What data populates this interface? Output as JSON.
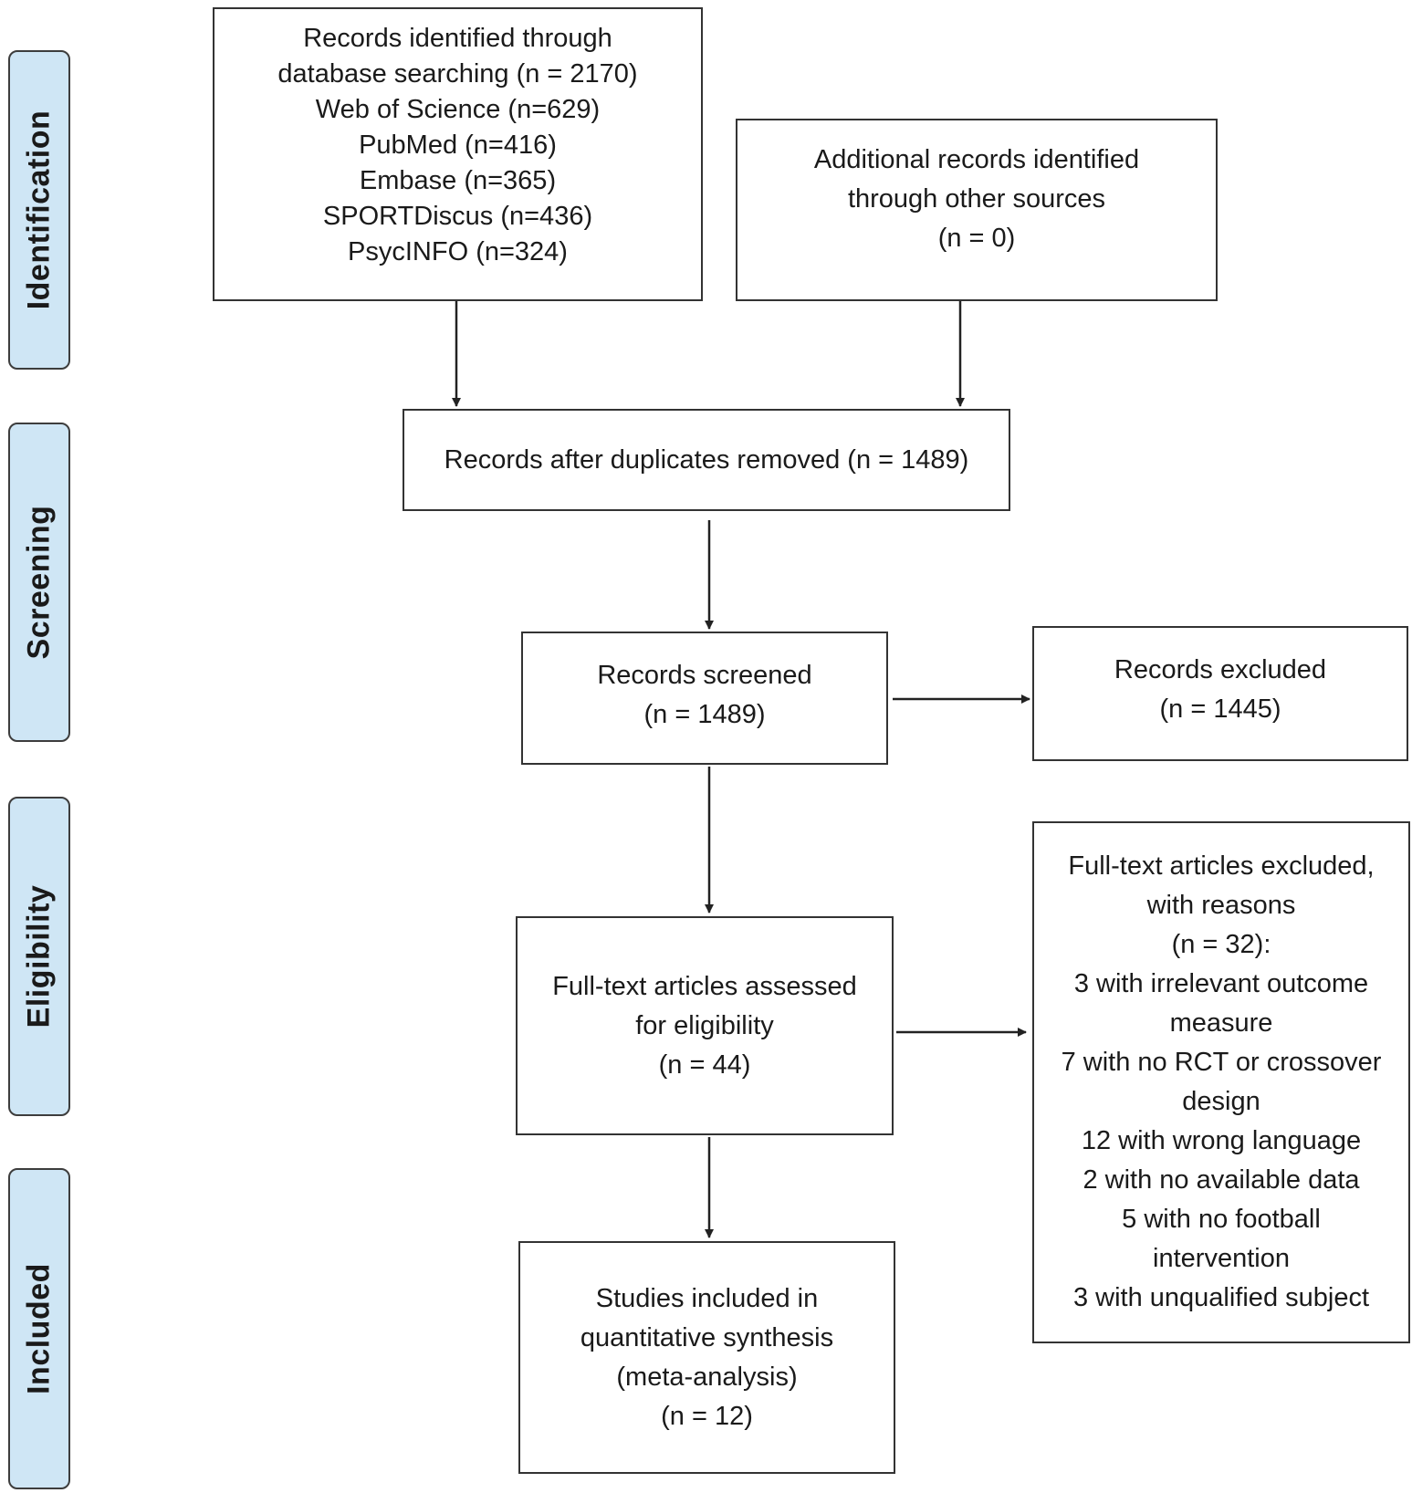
{
  "phases": {
    "identification": "Identification",
    "screening": "Screening",
    "eligibility": "Eligibility",
    "included": "Included"
  },
  "boxes": {
    "database_search": {
      "lines": [
        "Records identified through",
        "database searching (n = 2170)",
        "Web of Science (n=629)",
        "PubMed (n=416)",
        "Embase (n=365)",
        "SPORTDiscus (n=436)",
        "PsycINFO (n=324)"
      ]
    },
    "other_sources": {
      "lines": [
        "Additional records identified",
        "through other sources",
        "(n = 0)"
      ]
    },
    "duplicates_removed": {
      "lines": [
        "Records after duplicates removed (n = 1489)"
      ]
    },
    "screened": {
      "lines": [
        "Records screened",
        "(n = 1489)"
      ]
    },
    "excluded": {
      "lines": [
        "Records excluded",
        "(n = 1445)"
      ]
    },
    "fulltext_assessed": {
      "lines": [
        "Full-text articles assessed",
        "for eligibility",
        "(n = 44)"
      ]
    },
    "fulltext_excluded": {
      "lines": [
        "Full-text articles excluded,",
        "with reasons",
        "(n = 32):",
        "3 with irrelevant outcome",
        "measure",
        "7 with no RCT or crossover",
        "design",
        "12 with wrong language",
        "2 with no available data",
        "5 with no football",
        "intervention",
        "3 with unqualified subject"
      ]
    },
    "included_studies": {
      "lines": [
        "Studies included in",
        "quantitative synthesis",
        "(meta-analysis)",
        "(n = 12)"
      ]
    }
  }
}
